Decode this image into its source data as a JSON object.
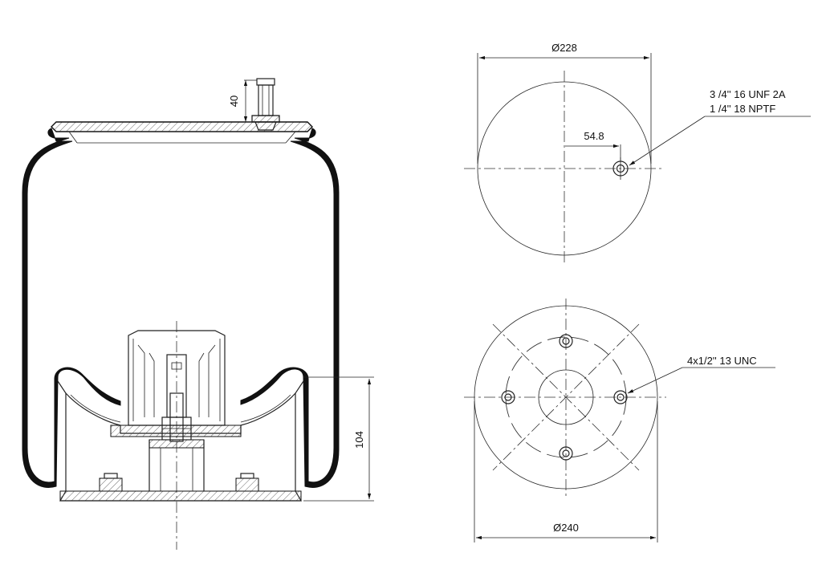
{
  "dimensions": {
    "top_diameter": "Ø228",
    "offset": "54.8",
    "stud_height": "40",
    "piston_height": "104",
    "bottom_diameter": "Ø240"
  },
  "callouts": {
    "air_fitting_line1": "3 /4'' 16 UNF 2A",
    "air_fitting_line2": "1 /4'' 18 NPTF",
    "bottom_bolts": "4x1/2'' 13 UNC"
  }
}
